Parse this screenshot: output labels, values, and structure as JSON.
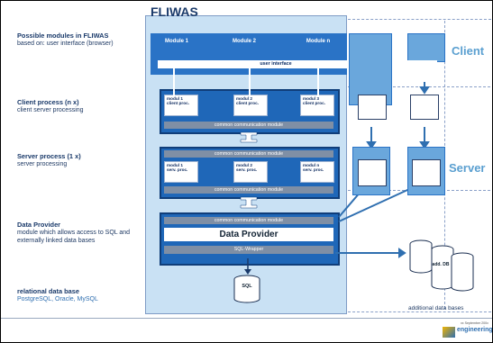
{
  "title": "FLIWAS",
  "left_panel": {
    "modules_title": "Possible modules in FLIWAS",
    "modules_sub": "based on: user interface (browser)",
    "client_title": "Client process (n x)",
    "client_sub": "client server processing",
    "server_title": "Server process (1 x)",
    "server_sub": "server processing",
    "dp_title": "Data Provider",
    "dp_sub": "module which allows access to SQL and externally linked data bases",
    "rdb_title": "relational data base",
    "rdb_sub": "PostgreSQL, Oracle, MySQL"
  },
  "modules": [
    "Module 1",
    "Module 2",
    "Module n"
  ],
  "ui_label": "user interface",
  "client_modules": [
    {
      "line1": "modul 1",
      "line2": "client proc."
    },
    {
      "line1": "modul 2",
      "line2": "client proc."
    },
    {
      "line1": "modul 3",
      "line2": "client proc."
    }
  ],
  "server_modules": [
    {
      "line1": "modul 1",
      "line2": "serv. proc."
    },
    {
      "line1": "modul 2",
      "line2": "serv. proc."
    },
    {
      "line1": "modul n",
      "line2": "serv. proc."
    }
  ],
  "comm_label": "common communication module",
  "dp_label": "Data Provider",
  "sql_wrapper": "SQL-Wrapper",
  "sql": "SQL",
  "right_labels": {
    "client": "Client",
    "server": "Server"
  },
  "ext_db_label": "add. DB",
  "add_db_caption": "additional data bases",
  "logo": {
    "date": "xx September 200x",
    "brand": "engineering"
  },
  "colors": {
    "panel": "#c9e1f4",
    "module": "#2a73c6",
    "comm": "#7f8fa5",
    "accent": "#2f6fb0"
  }
}
